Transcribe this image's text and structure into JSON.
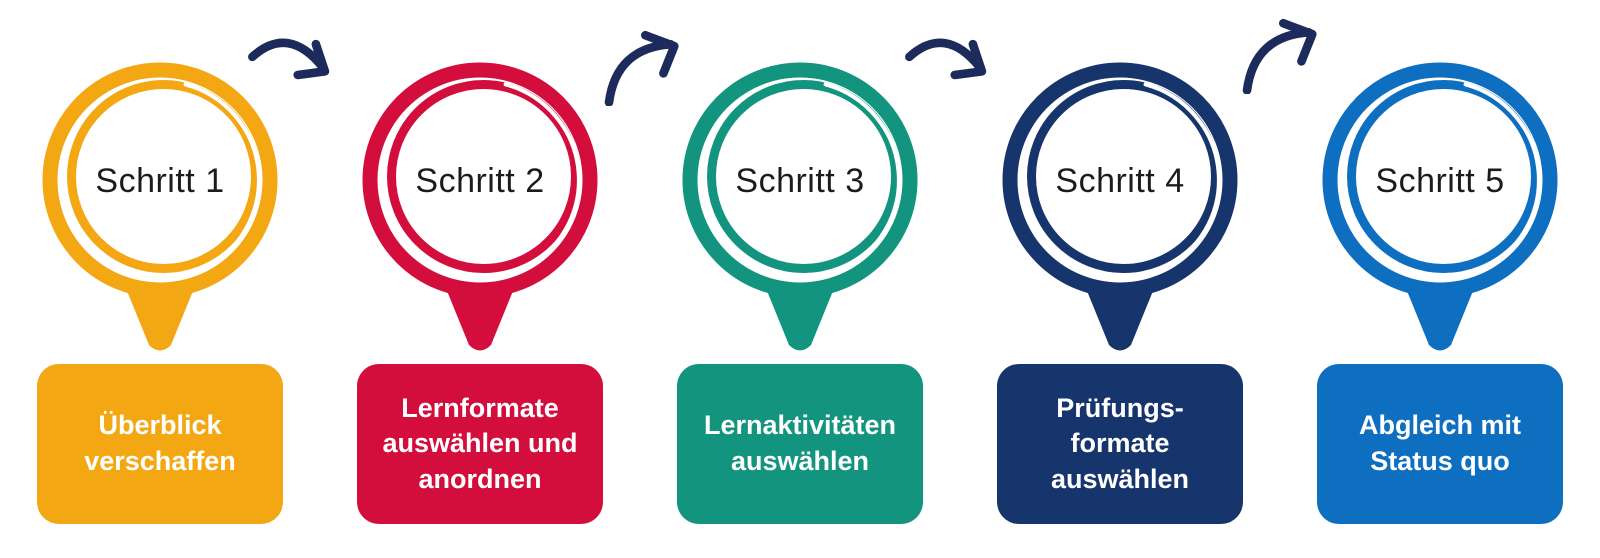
{
  "arrow_color": "#1D2A5C",
  "circle_text_color": "#1c1c1c",
  "steps": [
    {
      "title": "Schritt 1",
      "color": "#F3A712",
      "label": "Überblick\nverschaffen"
    },
    {
      "title": "Schritt 2",
      "color": "#D30E3C",
      "label": "Lernformate\nauswählen und\nanordnen"
    },
    {
      "title": "Schritt 3",
      "color": "#12947F",
      "label": "Lernaktivitäten\nauswählen"
    },
    {
      "title": "Schritt 4",
      "color": "#16356D",
      "label": "Prüfungs-\nformate\nauswählen"
    },
    {
      "title": "Schritt 5",
      "color": "#0E6FC0",
      "label": "Abgleich mit\nStatus quo"
    }
  ],
  "arrows": [
    {
      "direction": "down-right"
    },
    {
      "direction": "up-right"
    },
    {
      "direction": "down-right"
    },
    {
      "direction": "up-right"
    }
  ]
}
